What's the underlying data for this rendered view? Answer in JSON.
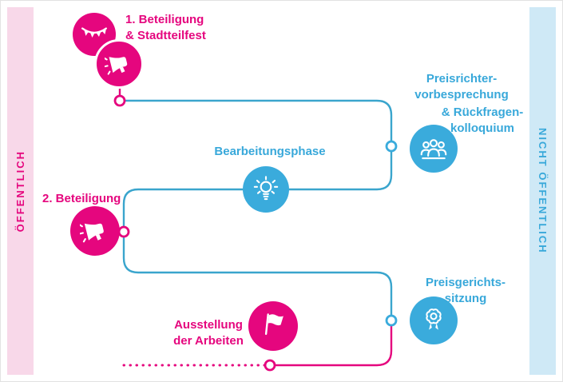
{
  "bands": {
    "left": {
      "label": "ÖFFENTLICH",
      "bg": "#f8d8e9",
      "text_color": "#e5067e"
    },
    "right": {
      "label": "NICHT ÖFFENTLICH",
      "bg": "#cfe9f6",
      "text_color": "#38a8da"
    }
  },
  "steps": {
    "step1": {
      "line1": "1. Beteiligung",
      "line2": "& Stadtteilfest",
      "icons": [
        "bunting-icon",
        "megaphone-icon"
      ],
      "color": "#e5067e"
    },
    "jury_briefing": {
      "line1": "Preisrichter-",
      "line2": "vorbesprechung",
      "line3": "& Rückfragen-",
      "line4": "kolloquium",
      "icon": "jury-people-icon",
      "color": "#38a8da"
    },
    "work_phase": {
      "line1": "Bearbeitungsphase",
      "icon": "lightbulb-icon",
      "color": "#38a8da"
    },
    "step2": {
      "line1": "2. Beteiligung",
      "icon": "megaphone-icon",
      "color": "#e5067e"
    },
    "jury_session": {
      "line1": "Preisgerichts-",
      "line2": "sitzung",
      "icon": "award-rosette-icon",
      "color": "#38a8da"
    },
    "exhibition": {
      "line1": "Ausstellung",
      "line2": "der Arbeiten",
      "icon": "flag-icon",
      "color": "#e5067e"
    }
  },
  "connectors": {
    "teal_line_color": "#3aa5cd",
    "pink_line_color": "#e5067e",
    "style_bottom_left": "dotted"
  }
}
